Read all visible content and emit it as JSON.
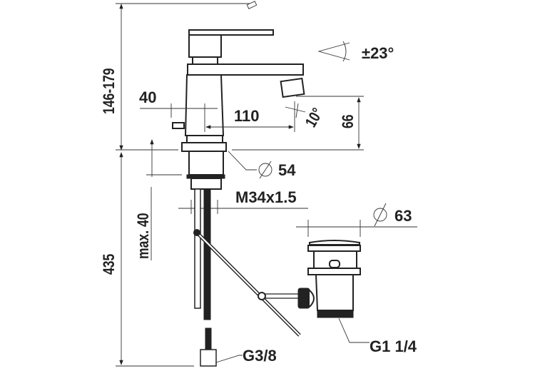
{
  "labels": {
    "height_spout": "146-179",
    "offset_40": "40",
    "reach_110": "110",
    "spout_height_66": "66",
    "aerator_angle": "10°",
    "swivel_angle": "±23°",
    "base_diameter": "54",
    "deck_thickness": "max. 40",
    "below_deck": "435",
    "thread": "M34x1.5",
    "drain_diameter": "63",
    "hose_connection": "G3/8",
    "drain_thread": "G1 1/4"
  },
  "colors": {
    "line": "#222222",
    "background": "#ffffff"
  }
}
